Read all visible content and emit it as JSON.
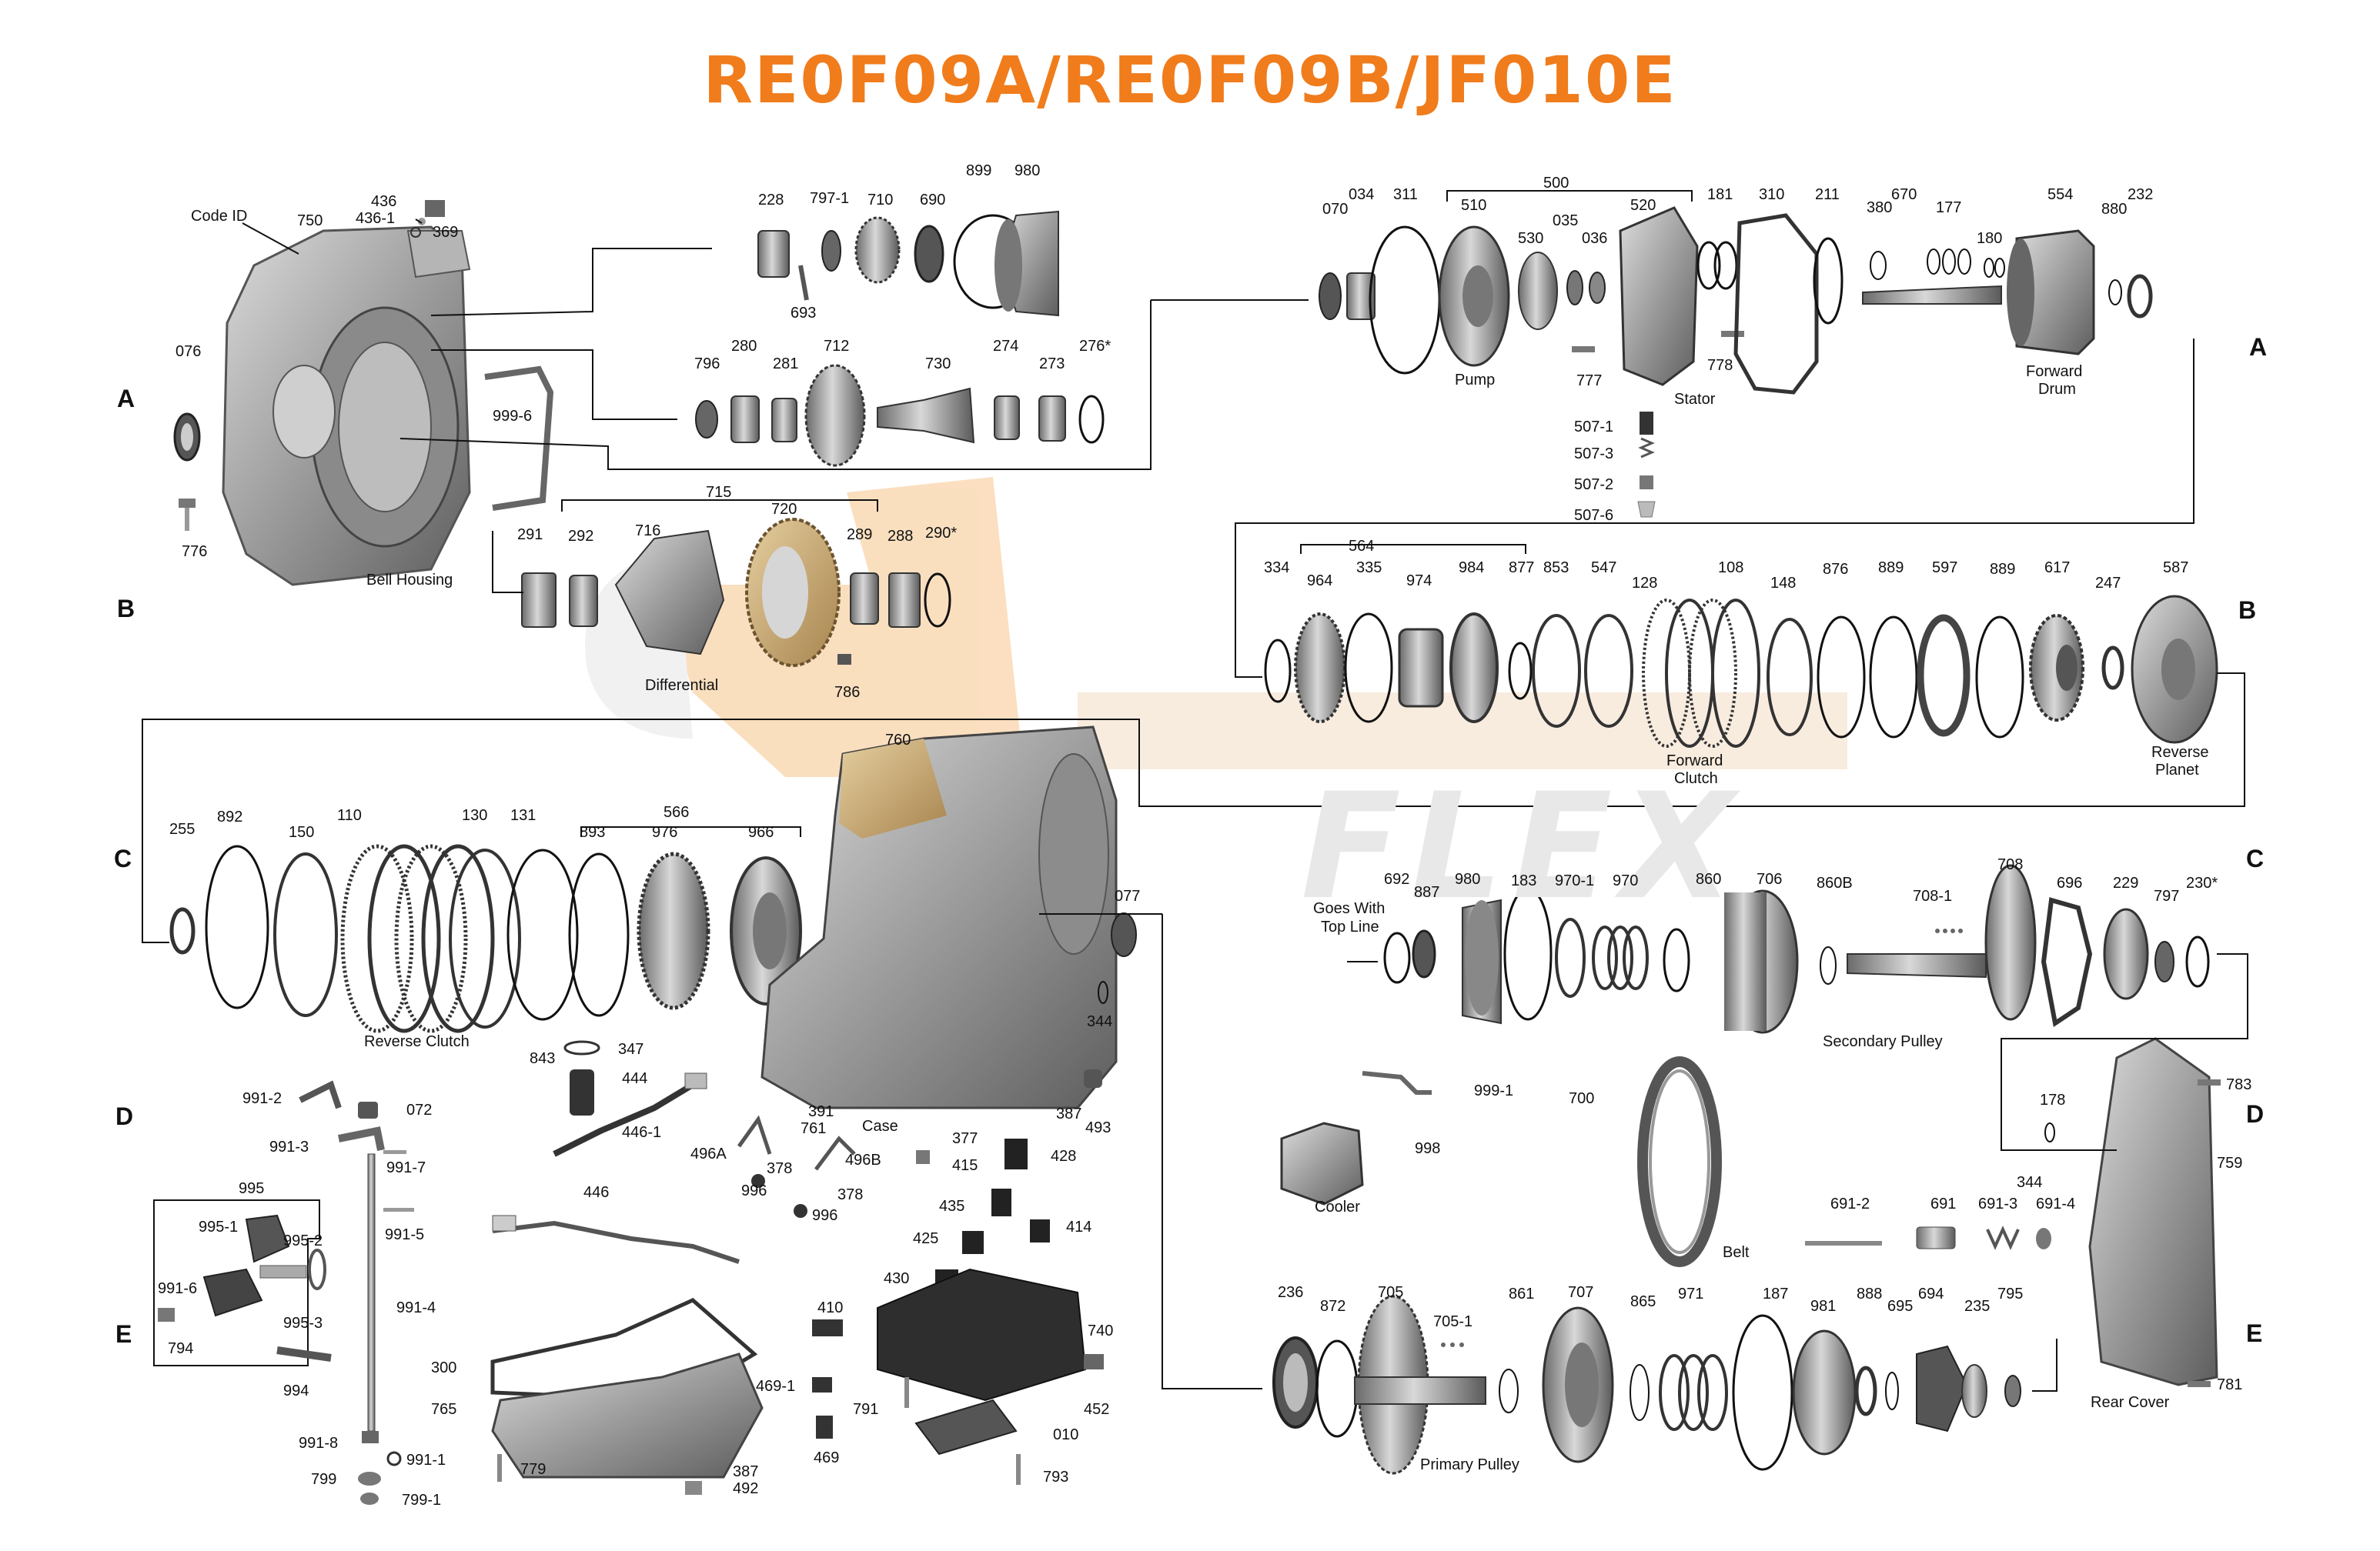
{
  "title": "RE0F09A/RE0F09B/JF010E",
  "watermark": "FLEX",
  "colors": {
    "title": "#f07c1c",
    "metal": "#9a9a9a",
    "line": "#111111",
    "watermark_orange": "#f7c58c",
    "watermark_gray": "#e6e6e6"
  },
  "sections": {
    "A": "A",
    "B": "B",
    "C": "C",
    "D": "D",
    "E": "E"
  },
  "captions": {
    "code_id": "Code ID",
    "bell_housing": "Bell Housing",
    "differential": "Differential",
    "pump": "Pump",
    "stator": "Stator",
    "forward_drum_1": "Forward",
    "forward_drum_2": "Drum",
    "forward_clutch_1": "Forward",
    "forward_clutch_2": "Clutch",
    "reverse_planet_1": "Reverse",
    "reverse_planet_2": "Planet",
    "reverse_clutch": "Reverse Clutch",
    "case": "Case",
    "goes_with_1": "Goes With",
    "goes_with_2": "Top Line",
    "secondary_pulley": "Secondary Pulley",
    "cooler": "Cooler",
    "belt": "Belt",
    "primary_pulley": "Primary Pulley",
    "rear_cover": "Rear Cover"
  },
  "parts": {
    "p750": "750",
    "p436": "436",
    "p436_1": "436-1",
    "p369": "369",
    "p076": "076",
    "p776": "776",
    "p228": "228",
    "p797_1": "797-1",
    "p710": "710",
    "p690": "690",
    "p899a": "899",
    "p980a": "980",
    "p693": "693",
    "p796": "796",
    "p280": "280",
    "p281": "281",
    "p712": "712",
    "p730": "730",
    "p274": "274",
    "p273": "273",
    "p276": "276*",
    "p999_6": "999-6",
    "p715": "715",
    "p720": "720",
    "p291": "291",
    "p292": "292",
    "p716": "716",
    "p289": "289",
    "p288": "288",
    "p290": "290*",
    "p786": "786",
    "p500": "500",
    "p070": "070",
    "p034": "034",
    "p311": "311",
    "p510": "510",
    "p530": "530",
    "p035": "035",
    "p036": "036",
    "p520": "520",
    "p777": "777",
    "p778": "778",
    "p181": "181",
    "p310": "310",
    "p211": "211",
    "p380": "380",
    "p670": "670",
    "p177": "177",
    "p180": "180",
    "p554": "554",
    "p880": "880",
    "p232": "232",
    "p507_1": "507-1",
    "p507_3": "507-3",
    "p507_2": "507-2",
    "p507_6": "507-6",
    "p564": "564",
    "p334": "334",
    "p964": "964",
    "p335": "335",
    "p974": "974",
    "p984": "984",
    "p877": "877",
    "p853": "853",
    "p547": "547",
    "p128": "128",
    "p108": "108",
    "p148": "148",
    "p876": "876",
    "p889a": "889",
    "p597": "597",
    "p889b": "889",
    "p617": "617",
    "p247": "247",
    "p587": "587",
    "p566": "566",
    "p255": "255",
    "p892": "892",
    "p150": "150",
    "p110": "110",
    "p130": "130",
    "p131": "131",
    "p893": "893",
    "p976": "976",
    "p966": "966",
    "p760": "760",
    "p077": "077",
    "p344a": "344",
    "p692": "692",
    "p887": "887",
    "p980b": "980",
    "p183": "183",
    "p970_1": "970-1",
    "p970": "970",
    "p860": "860",
    "p706": "706",
    "p860b": "860B",
    "p708_1": "708-1",
    "p708": "708",
    "p696": "696",
    "p229": "229",
    "p797": "797",
    "p230": "230*",
    "p991_2": "991-2",
    "p072": "072",
    "p991_3": "991-3",
    "p991_7": "991-7",
    "p991_5": "991-5",
    "p995": "995",
    "p995_1": "995-1",
    "p995_2": "995-2",
    "p991_6": "991-6",
    "p995_3": "995-3",
    "p794": "794",
    "p991_4": "991-4",
    "p994": "994",
    "p991_8": "991-8",
    "p991_1": "991-1",
    "p799": "799",
    "p799_1": "799-1",
    "p843": "843",
    "p347": "347",
    "p444": "444",
    "p446_1": "446-1",
    "p446": "446",
    "p391": "391",
    "p761": "761",
    "p496a": "496A",
    "p378a": "378",
    "p496b": "496B",
    "p378b": "378",
    "p996a": "996",
    "p996b": "996",
    "p387a": "387",
    "p493": "493",
    "p377": "377",
    "p415": "415",
    "p428": "428",
    "p435": "435",
    "p414": "414",
    "p425": "425",
    "p430": "430",
    "p740": "740",
    "p410": "410",
    "p469_1": "469-1",
    "p469": "469",
    "p791": "791",
    "p452": "452",
    "p010": "010",
    "p793": "793",
    "p300": "300",
    "p765": "765",
    "p779": "779",
    "p387b": "387",
    "p492": "492",
    "p999_1": "999-1",
    "p998": "998",
    "p700": "700",
    "p178": "178",
    "p783": "783",
    "p759": "759",
    "p691_2": "691-2",
    "p691": "691",
    "p691_3": "691-3",
    "p344b": "344",
    "p691_4": "691-4",
    "p781": "781",
    "p236": "236",
    "p872": "872",
    "p705": "705",
    "p705_1": "705-1",
    "p861": "861",
    "p707": "707",
    "p865": "865",
    "p971": "971",
    "p187": "187",
    "p981": "981",
    "p888": "888",
    "p695": "695",
    "p694": "694",
    "p235": "235",
    "p795": "795"
  }
}
